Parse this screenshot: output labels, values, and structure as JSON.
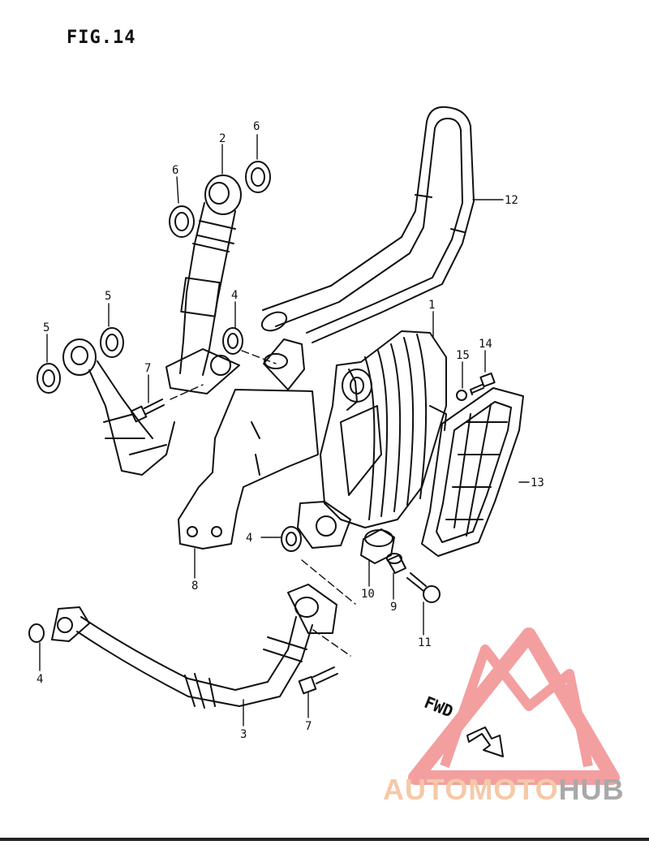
{
  "figure": {
    "title": "FIG.14"
  },
  "callouts": {
    "c1": "1",
    "c2": "2",
    "c3": "3",
    "c4a": "4",
    "c4b": "4",
    "c4c": "4",
    "c5a": "5",
    "c5b": "5",
    "c6a": "6",
    "c6b": "6",
    "c7a": "7",
    "c7b": "7",
    "c8": "8",
    "c9": "9",
    "c10": "10",
    "c11": "11",
    "c12": "12",
    "c13": "13",
    "c14": "14",
    "c15": "15"
  },
  "direction_marker": {
    "label": "FWD"
  },
  "watermark": {
    "part1": "AUTOMOTO",
    "part2": "HUB",
    "color_main": "#f08080",
    "color_text": "#f5c9a8",
    "color_hub": "#a9a9a9"
  },
  "colors": {
    "line": "#111111",
    "background": "#ffffff"
  }
}
